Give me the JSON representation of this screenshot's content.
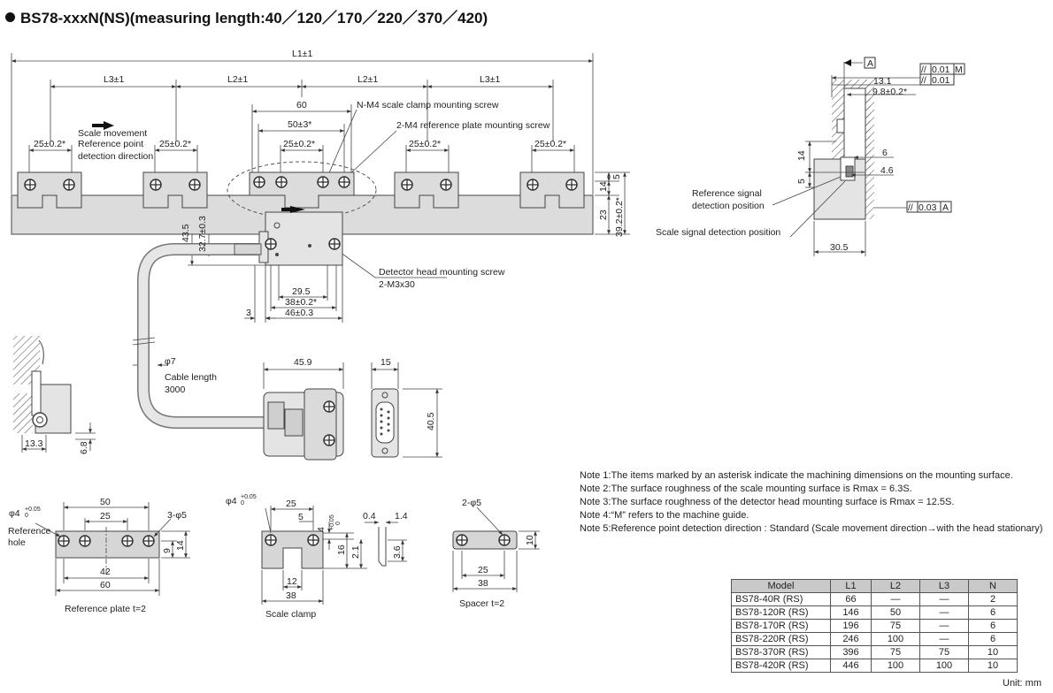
{
  "title": "BS78-xxxN(NS)(measuring length:40／120／170／220／370／420)",
  "main_view": {
    "dim_L1": "L1±1",
    "dim_L3": "L3±1",
    "dim_L2": "L2±1",
    "dim_60": "60",
    "dim_50": "50±3*",
    "dim_25": "25±0.2*",
    "scale_movement": [
      "Scale movement",
      "Reference point",
      "detection direction"
    ],
    "n_m4": "N-M4 scale clamp mounting screw",
    "two_m4": "2-M4 reference plate mounting screw",
    "dim_5": "5",
    "dim_14": "14",
    "dim_23": "23",
    "dim_39_2": "39.2±0.2*",
    "dim_43_5": "43.5",
    "dim_32_7": "32.7±0.3",
    "detector_screw": [
      "Detector head mounting screw",
      "2-M3x30"
    ],
    "dim_29_5": "29.5",
    "dim_38": "38±0.2*",
    "dim_46": "46±0.3",
    "dim_3": "3",
    "dim_phi7": "φ7",
    "cable": [
      "Cable length",
      "3000"
    ],
    "dim_45_9": "45.9",
    "dim_15": "15",
    "dim_40_5": "40.5"
  },
  "side_view": {
    "datum_A": "A",
    "tol_1": [
      "//",
      "0.01",
      "M"
    ],
    "tol_2": [
      "//",
      "0.01"
    ],
    "dim_13_1": "13.1",
    "dim_9_8": "9.8±0.2*",
    "dim_14": "14",
    "dim_6": "6",
    "dim_4_6": "4.6",
    "dim_5": "5",
    "ref_signal": [
      "Reference signal",
      "detection position"
    ],
    "scale_signal": "Scale signal detection position",
    "tol_3": [
      "//",
      "0.03",
      "A"
    ],
    "dim_30_5": "30.5"
  },
  "small_view": {
    "dim_13_3": "13.3",
    "dim_6_8": "6.8"
  },
  "reference_plate": {
    "dim_50": "50",
    "dim_25": "25",
    "dim_phi4": "φ4",
    "tol_phi4": "+0.05",
    "tol_phi4_low": "0",
    "label_hole": [
      "Reference",
      "hole"
    ],
    "dim_3_phi5": "3-φ5",
    "dim_9": "9",
    "dim_14": "14",
    "dim_42": "42",
    "dim_60": "60",
    "caption": "Reference plate t=2"
  },
  "scale_clamp": {
    "dim_phi4": "φ4",
    "tol_phi4": "+0.05",
    "tol_phi4_low": "0",
    "dim_25": "25",
    "dim_5": "5",
    "dim_4": "4",
    "tol_4": "+0.05",
    "tol_4_low": "0",
    "dim_0_4": "0.4",
    "dim_1_4": "1.4",
    "dim_16": "16",
    "dim_2_1": "2.1",
    "dim_3_6": "3.6",
    "dim_12": "12",
    "dim_38": "38",
    "caption": "Scale clamp"
  },
  "spacer": {
    "dim_2_phi5": "2-φ5",
    "dim_10": "10",
    "dim_25": "25",
    "dim_38": "38",
    "caption": "Spacer t=2"
  },
  "notes": [
    "Note 1:The items marked by an asterisk indicate the machining dimensions on the mounting surface.",
    "Note 2:The surface roughness of the scale mounting surface is Rmax = 6.3S.",
    "Note 3:The surface roughness of the detector head mounting surface is Rmax = 12.5S.",
    "Note 4:“M” refers to the machine guide.",
    "Note 5:Reference point detection direction : Standard (Scale movement direction→with the head stationary)"
  ],
  "table": {
    "headers": [
      "Model",
      "L1",
      "L2",
      "L3",
      "N"
    ],
    "rows": [
      [
        "BS78-40R (RS)",
        "66",
        "—",
        "—",
        "2"
      ],
      [
        "BS78-120R (RS)",
        "146",
        "50",
        "—",
        "6"
      ],
      [
        "BS78-170R (RS)",
        "196",
        "75",
        "—",
        "6"
      ],
      [
        "BS78-220R (RS)",
        "246",
        "100",
        "—",
        "6"
      ],
      [
        "BS78-370R (RS)",
        "396",
        "75",
        "75",
        "10"
      ],
      [
        "BS78-420R (RS)",
        "446",
        "100",
        "100",
        "10"
      ]
    ]
  },
  "unit": "Unit: mm"
}
